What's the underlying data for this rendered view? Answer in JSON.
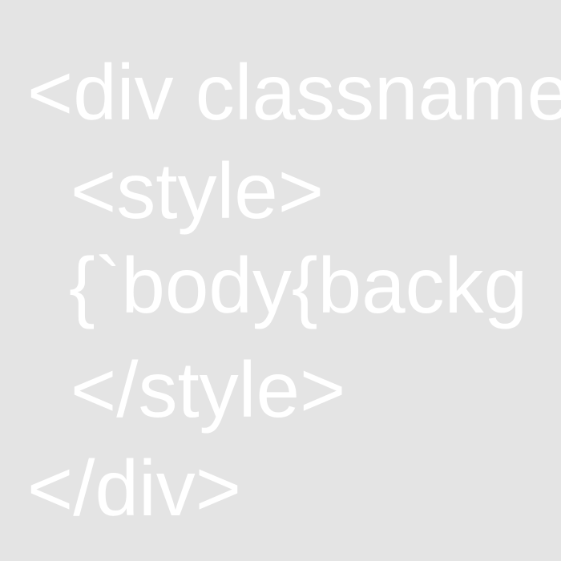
{
  "code_snippet": {
    "lines": [
      "<div classname",
      "<style>",
      "{`body{backg",
      "</style>",
      "</div>"
    ]
  },
  "colors": {
    "background": "#e4e4e4",
    "text": "#ffffff"
  }
}
